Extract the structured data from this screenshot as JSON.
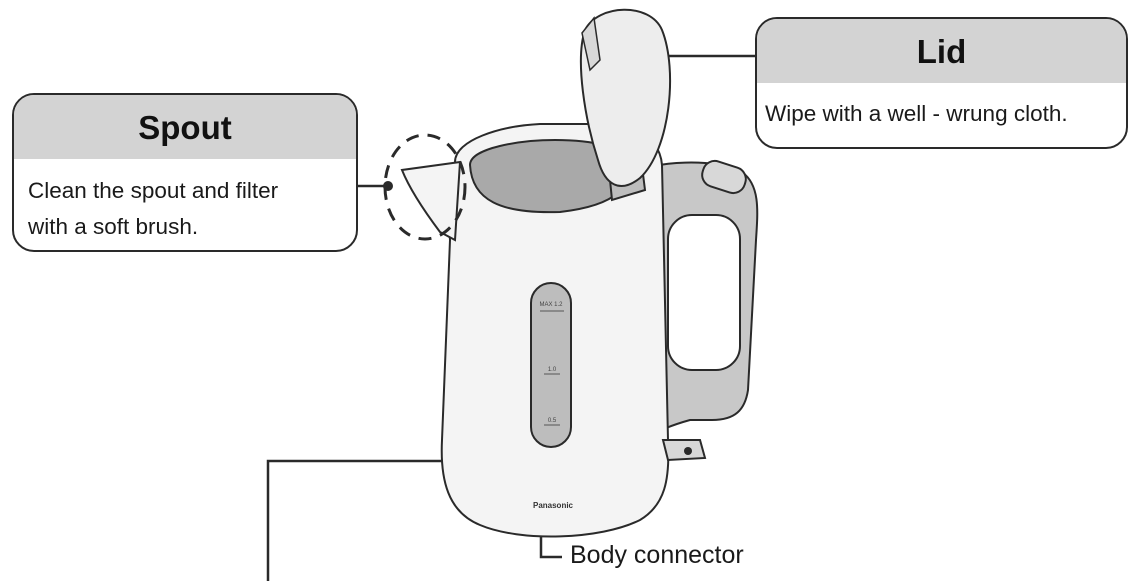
{
  "callouts": {
    "spout": {
      "title": "Spout",
      "line1": "Clean the spout and filter",
      "line2": "with a soft brush."
    },
    "lid": {
      "title": "Lid",
      "text": "Wipe with a well - wrung cloth."
    }
  },
  "labels": {
    "body_connector": "Body connector"
  },
  "kettle": {
    "brand": "Panasonic",
    "gauge_max": "MAX 1.2",
    "gauge_mid": "1.0",
    "gauge_min": "0.5"
  },
  "colors": {
    "outline": "#2a2a2a",
    "callout_header": "#d3d3d3",
    "kettle_body": "#f4f4f4",
    "kettle_shade": "#bdbdbd",
    "water_window": "#a9a9a9"
  }
}
